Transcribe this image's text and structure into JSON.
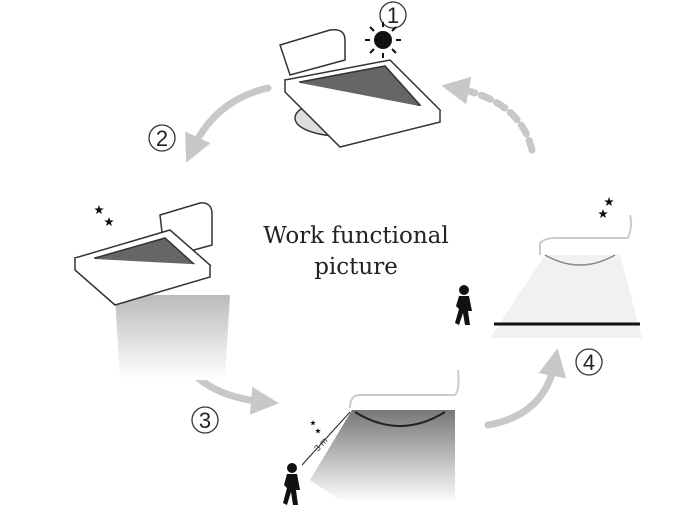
{
  "title": {
    "line1": "Work functional",
    "line2": "picture"
  },
  "steps": [
    "1",
    "2",
    "3",
    "4"
  ],
  "distance_label": "3 m",
  "colors": {
    "arrow": "#c8c8c8",
    "lamp_stroke": "#333333",
    "panel": "#555555"
  }
}
